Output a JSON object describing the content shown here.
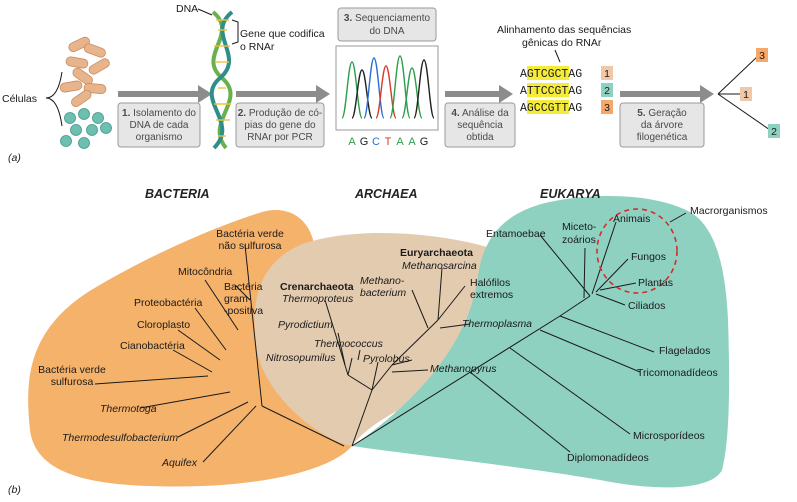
{
  "panel_a": {
    "panel_label": "(a)",
    "cells_label": "Células",
    "dna_label": "DNA",
    "gene_label": [
      "Gene que codifica",
      "o RNAr"
    ],
    "steps": [
      {
        "num": "1.",
        "lines": [
          "Isolamento do",
          "DNA de cada",
          "organismo"
        ]
      },
      {
        "num": "2.",
        "lines": [
          "Produção de có-",
          "pias do gene do",
          "RNAr por PCR"
        ]
      },
      {
        "num": "3.",
        "lines": [
          "Sequenciamento",
          "do DNA"
        ]
      },
      {
        "num": "4.",
        "lines": [
          "Análise da",
          "sequência",
          "obtida"
        ]
      },
      {
        "num": "5.",
        "lines": [
          "Geração",
          "da árvore",
          "filogenética"
        ]
      }
    ],
    "chromatogram_letters": [
      "A",
      "G",
      "C",
      "T",
      "A",
      "A",
      "G"
    ],
    "chromatogram_colors": [
      "#2e9e4b",
      "#222222",
      "#2b6fd6",
      "#d63a2b",
      "#2e9e4b",
      "#2e9e4b",
      "#222222"
    ],
    "alignment_title": [
      "Alinhamento das sequências",
      "gênicas do RNAr"
    ],
    "alignment": [
      {
        "seq": "AGTCGCTAG",
        "id": "1",
        "id_color": "#f0c8a8"
      },
      {
        "seq": "ATTCCGTAG",
        "id": "2",
        "id_color": "#8fd1c0"
      },
      {
        "seq": "AGCCGTTAG",
        "id": "3",
        "id_color": "#f5a86a"
      }
    ],
    "tree_leaves": [
      {
        "id": "3",
        "color": "#f5a86a"
      },
      {
        "id": "1",
        "color": "#f0c8a8"
      },
      {
        "id": "2",
        "color": "#8fd1c0"
      }
    ],
    "colors": {
      "highlight": "#f5ec3a",
      "arrow": "#8c8c8c",
      "box_fill": "#e6e6e6",
      "box_stroke": "#9a9a9a",
      "cell_tan": "#e8b48c",
      "cell_teal": "#6dbfb0"
    }
  },
  "panel_b": {
    "panel_label": "(b)",
    "domains": {
      "bacteria": "BACTERIA",
      "archaea": "ARCHAEA",
      "eukarya": "EUKARYA"
    },
    "colors": {
      "bacteria": "#f5b26b",
      "archaea": "#e3cbb0",
      "eukarya": "#8fd1c0",
      "circle": "#d62b2b"
    },
    "bacteria_labels": {
      "bv_nao_sulf": [
        "Bactéria verde",
        "não sulfurosa"
      ],
      "mitocondria": "Mitocôndria",
      "gram_positiva": [
        "Bactéria",
        "gram-",
        "-positiva"
      ],
      "proteobacteria": "Proteobactéria",
      "cloroplasto": "Cloroplasto",
      "cianobacteria": "Cianobactéria",
      "bv_sulf": [
        "Bactéria verde",
        "sulfurosa"
      ],
      "thermotoga": "Thermotoga",
      "thermodesulfo": "Thermodesulfobacterium",
      "aquifex": "Aquifex"
    },
    "archaea_labels": {
      "euryarchaeota": "Euryarchaeota",
      "methanosarcina": "Methanosarcina",
      "methanobacterium": [
        "Methano-",
        "bacterium"
      ],
      "halofilos": [
        "Halófilos",
        "extremos"
      ],
      "crenarchaeota": "Crenarchaeota",
      "thermoproteus": "Thermoproteus",
      "thermoplasma": "Thermoplasma",
      "pyrodictium": "Pyrodictium",
      "thermococcus": "Thermococcus",
      "nitrosopumilus": "Nitrosopumilus",
      "pyrolobus": "Pyrolobus",
      "methanopyrus": "Methanopyrus"
    },
    "eukarya_labels": {
      "macroorganismos": "Macrorganismos",
      "entamoebae": "Entamoebae",
      "micetozoarios": [
        "Miceto-",
        "zoários"
      ],
      "animais": "Animais",
      "fungos": "Fungos",
      "plantas": "Plantas",
      "ciliados": "Ciliados",
      "flagelados": "Flagelados",
      "tricomonadideos": "Tricomonadídeos",
      "microsporideos": "Microsporídeos",
      "diplomonadideos": "Diplomonadídeos"
    }
  }
}
